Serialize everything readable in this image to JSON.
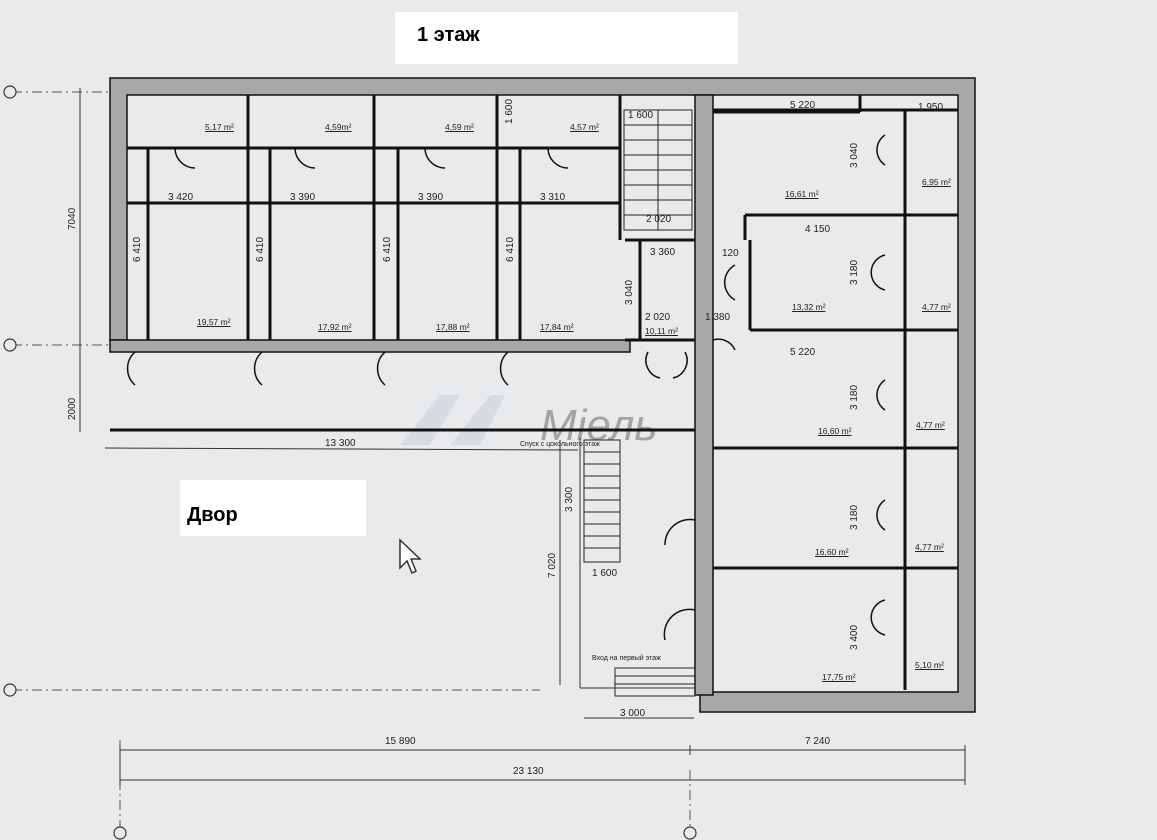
{
  "title": "1 этаж",
  "yard_label": "Двор",
  "watermark": "Мiель",
  "icons": {
    "cursor": "mouse-pointer-icon",
    "watermark": "miel-logo-icon"
  },
  "rooms": {
    "c1_top": "5,17 m²",
    "c2_top": "4,59m²",
    "c3_top": "4,59 m²",
    "c4_top": "4,57 m²",
    "c1_main": "19,57 m²",
    "c2_main": "17,92 m²",
    "c3_main": "17,88 m²",
    "c4_main": "17,84 m²",
    "r1_main": "16,61 m²",
    "r1_side": "6,95 m²",
    "r2_main": "13,32 m²",
    "r2_side": "4,77 m²",
    "hall": "10,11 m²",
    "r3_main": "16,60 m²",
    "r3_side": "4,77 m²",
    "r4_main": "16,60 m²",
    "r4_side": "4,77 m²",
    "r5_main": "17,75 m²",
    "r5_side": "5,10 m²"
  },
  "dimensions": {
    "left_total": "7040",
    "left_corridor": "2000",
    "cw1": "3 420",
    "cw2": "3 390",
    "cw3": "3 390",
    "cw4": "3 310",
    "ch1": "6 410",
    "ch2": "6 410",
    "ch3": "6 410",
    "ch4": "6 410",
    "c4_top_h": "1 600",
    "stair_top": "1 600",
    "stair_w": "2 020",
    "r1_w": "5 220",
    "r1_side_w": "1 950",
    "r1_h": "3 040",
    "r2_w": "4 150",
    "r2_h": "3 180",
    "hall_w": "3 360",
    "hall_h": "3 040",
    "hall_bottom_w": "2 020",
    "hall_1380": "1 380",
    "n_120": "120",
    "r3_w": "5 220",
    "r3_h": "3 180",
    "r4_h": "3 180",
    "r5_h": "3 400",
    "corridor_len": "13 300",
    "stair2_h": "3 300",
    "yard_h": "7 020",
    "stair2_w": "1 600",
    "entry_w": "3 000",
    "bottom_left": "15 890",
    "bottom_right": "7 240",
    "bottom_total": "23 130"
  },
  "notes": {
    "exit_upper": "Спуск с цокольного этаж",
    "entry": "Вход на первый этаж"
  }
}
